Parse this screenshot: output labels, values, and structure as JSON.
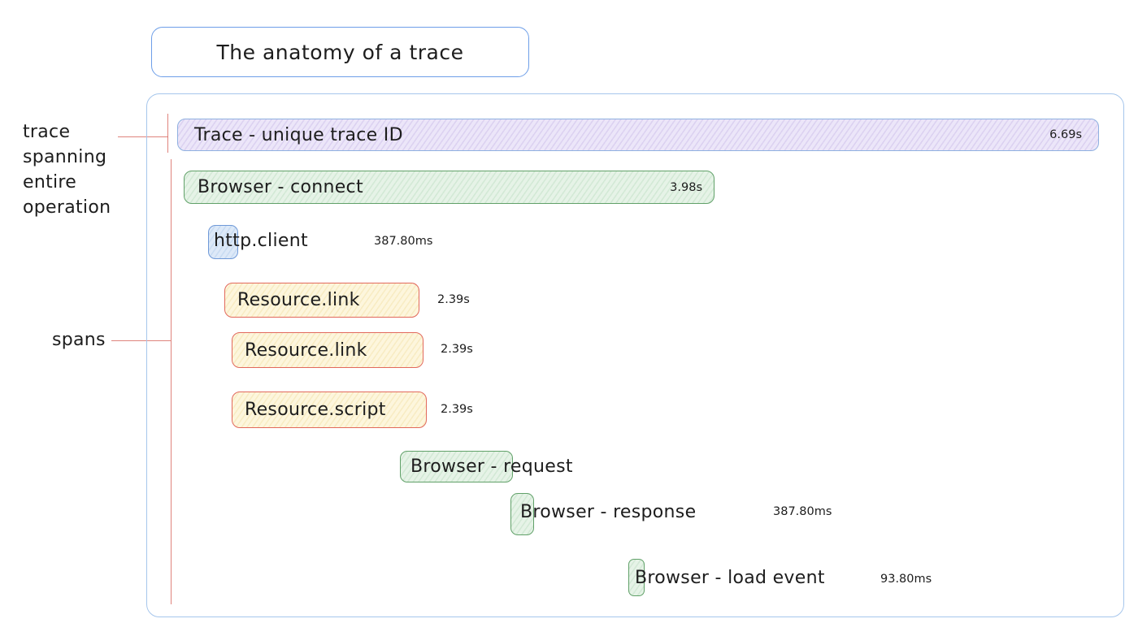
{
  "title": "The anatomy of a trace",
  "annotations": {
    "trace": "trace\nspanning\nentire\noperation",
    "spans": "spans"
  },
  "colors": {
    "trace_fill": "#ece6f9",
    "trace_border": "#8fb0e0",
    "green_fill": "#e6f3e7",
    "green_border": "#61a169",
    "blue_fill": "#dde9f8",
    "blue_border": "#6f99d8",
    "yellow_fill": "#fdf6dd",
    "yellow_border": "#e2695c",
    "annotation_line": "#d96f66",
    "container_border": "#a6c6ec",
    "title_border": "#6d9ee8"
  },
  "spans": [
    {
      "label": "Trace - unique trace ID",
      "duration": "6.69s"
    },
    {
      "label": "Browser - connect",
      "duration": "3.98s"
    },
    {
      "label": "http.client",
      "duration": "387.80ms"
    },
    {
      "label": "Resource.link",
      "duration": "2.39s"
    },
    {
      "label": "Resource.link",
      "duration": "2.39s"
    },
    {
      "label": "Resource.script",
      "duration": "2.39s"
    },
    {
      "label": "Browser - request",
      "duration": ""
    },
    {
      "label": "Browser - response",
      "duration": "387.80ms"
    },
    {
      "label": "Browser - load event",
      "duration": "93.80ms"
    }
  ]
}
